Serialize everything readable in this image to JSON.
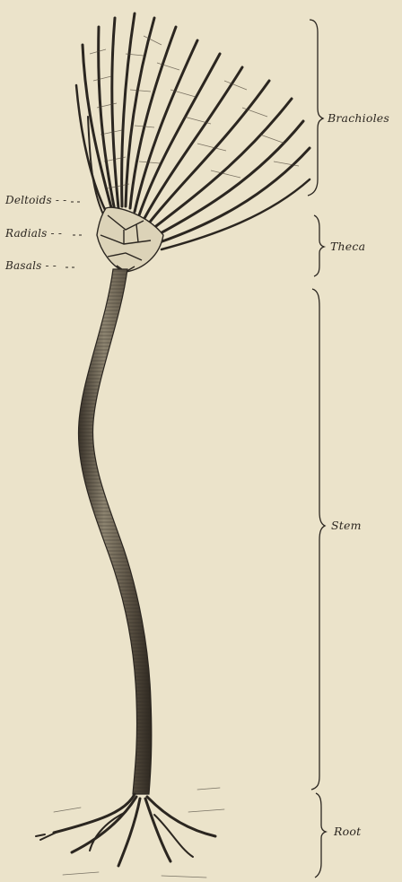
{
  "figure": {
    "labels_left": {
      "deltoids": "Deltoids - -",
      "radials": "Radials - -",
      "basals": "Basals - -"
    },
    "labels_right": {
      "brachioles": "Brachioles",
      "theca": "Theca",
      "stem": "Stem",
      "root": "Root"
    },
    "colors": {
      "background": "#ebe3ca",
      "ink": "#2b2620"
    }
  }
}
